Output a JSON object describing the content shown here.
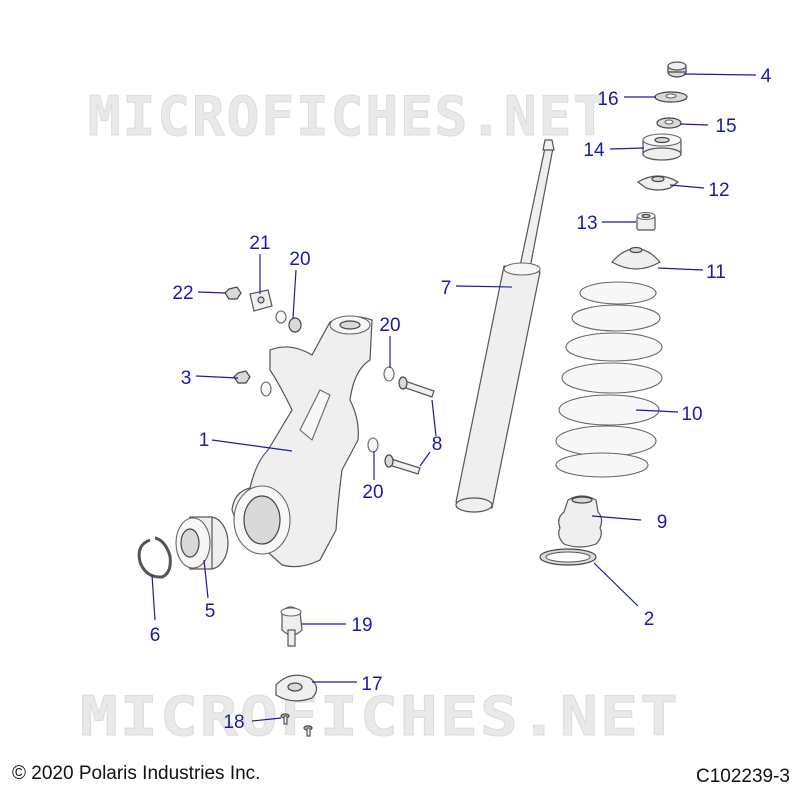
{
  "watermark": "MICROFICHES.NET",
  "copyright": "© 2020 Polaris Industries Inc.",
  "figure_id": "C102239-3",
  "callouts": {
    "c1": "1",
    "c2": "2",
    "c3": "3",
    "c4": "4",
    "c5": "5",
    "c6": "6",
    "c7": "7",
    "c8": "8",
    "c9": "9",
    "c10": "10",
    "c11": "11",
    "c12": "12",
    "c13": "13",
    "c14": "14",
    "c15": "15",
    "c16": "16",
    "c17": "17",
    "c18": "18",
    "c19": "19",
    "c20a": "20",
    "c20b": "20",
    "c20c": "20",
    "c21": "21",
    "c22": "22"
  },
  "colors": {
    "callout": "#1a1aa6",
    "watermark": "#e9e9e9"
  }
}
